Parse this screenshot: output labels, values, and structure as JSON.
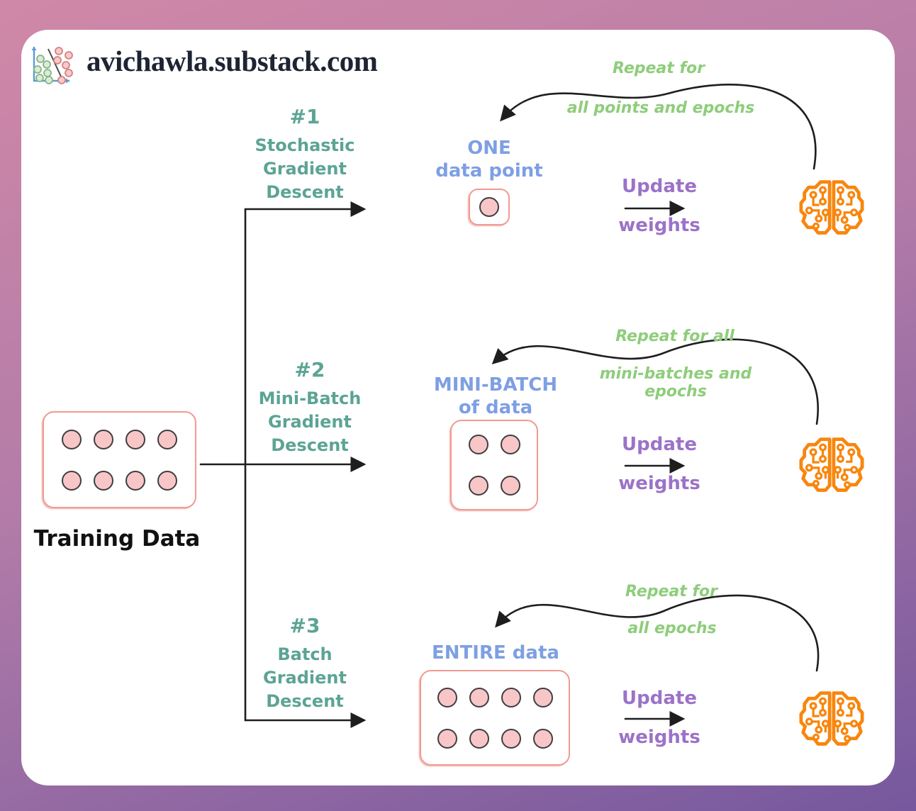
{
  "header": {
    "site_title": "avichawla.substack.com",
    "logo": "scatter-plot-classifier-icon"
  },
  "palette": {
    "background_top": "#d088a7",
    "background_bottom": "#76589e",
    "card": "#ffffff",
    "heading_teal": "#5ca494",
    "label_blue": "#7e9fe3",
    "update_purple": "#9c72c8",
    "repeat_green": "#8ecd7b",
    "brain_orange": "#f8860d",
    "dot_pink_fill": "#f9c6c8",
    "box_salmon_border": "#f19a92",
    "arrow_black": "#1e1e1e",
    "title_dark": "#1d2433"
  },
  "training": {
    "label": "Training Data",
    "points": 8
  },
  "branches": [
    {
      "number": "#1",
      "name": [
        "Stochastic",
        "Gradient",
        "Descent"
      ],
      "target": {
        "title": "ONE",
        "subtitle": "data point",
        "points": 1
      },
      "update": [
        "Update",
        "weights"
      ],
      "repeat": [
        "Repeat for",
        "all points and epochs"
      ]
    },
    {
      "number": "#2",
      "name": [
        "Mini-Batch",
        "Gradient",
        "Descent"
      ],
      "target": {
        "title": "MINI-BATCH",
        "subtitle": "of data",
        "points": 4
      },
      "update": [
        "Update",
        "weights"
      ],
      "repeat": [
        "Repeat for all",
        "mini-batches and epochs"
      ]
    },
    {
      "number": "#3",
      "name": [
        "Batch",
        "Gradient",
        "Descent"
      ],
      "target": {
        "title": "ENTIRE data",
        "subtitle": "",
        "points": 8
      },
      "update": [
        "Update",
        "weights"
      ],
      "repeat": [
        "Repeat for",
        "all epochs"
      ]
    }
  ]
}
